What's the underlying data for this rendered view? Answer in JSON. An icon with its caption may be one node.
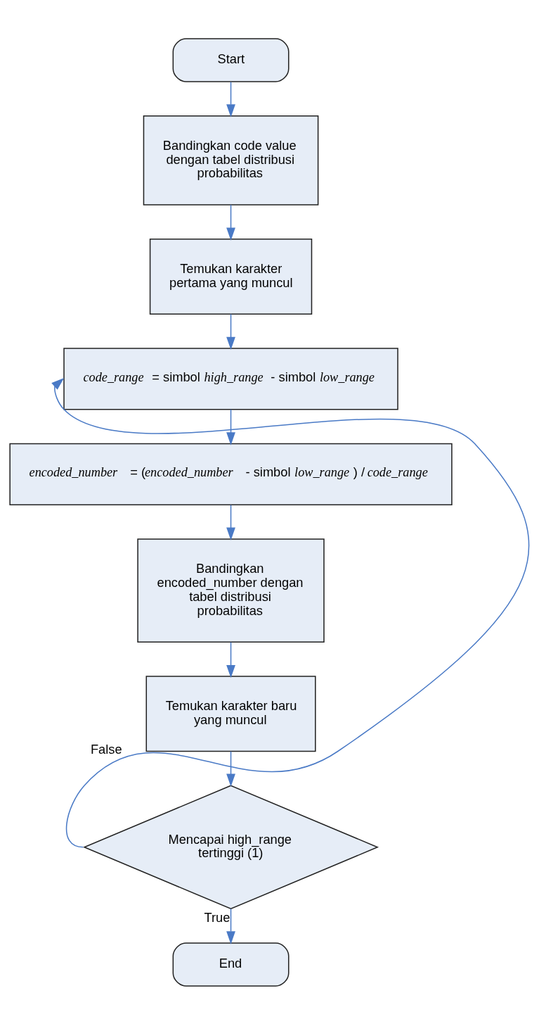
{
  "diagram": {
    "nodes": [
      {
        "text": [
          "Start"
        ]
      },
      {
        "text": [
          "Bandingkan code value dengan tabel distribusi probabilitas"
        ]
      },
      {
        "text": [
          "Temukan karakter pertama yang muncul"
        ]
      },
      {
        "text": [
          "*code_range* = simbol *high_range* - simbol *low_range*"
        ]
      },
      {
        "text": [
          "*encoded_number* = (*encoded_number* - simbol *low_range*) / *code_range*"
        ]
      },
      {
        "text": [
          "Bandingkan encoded_number dengan tabel distribusi probabilitas"
        ]
      },
      {
        "text": [
          "Temukan karakter baru yang muncul"
        ]
      },
      {
        "text": [
          "Mencapai high_range tertinggi (1)"
        ]
      },
      {
        "text": [
          "End"
        ]
      }
    ],
    "edges": [
      {
        "from": 0,
        "to": 1,
        "arrow": "to"
      },
      {
        "from": 1,
        "to": 2,
        "arrow": "to"
      },
      {
        "from": 2,
        "to": 3,
        "arrow": "to"
      },
      {
        "from": 3,
        "to": 4,
        "arrow": "to"
      },
      {
        "from": 4,
        "to": 5,
        "arrow": "to"
      },
      {
        "from": 5,
        "to": 6,
        "arrow": "to"
      },
      {
        "from": 6,
        "to": 7,
        "arrow": "to"
      },
      {
        "from": 7,
        "to": 3,
        "label": "False",
        "arrow": "to"
      },
      {
        "from": 7,
        "to": 8,
        "label": "True",
        "arrow": "to"
      }
    ]
  }
}
